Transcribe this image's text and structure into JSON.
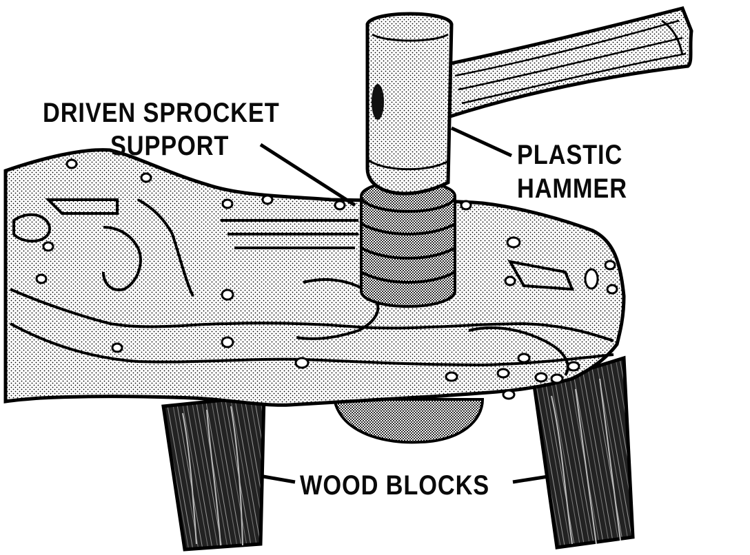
{
  "labels": {
    "driven_sprocket_support_line1": "DRIVEN SPROCKET",
    "driven_sprocket_support_line2": "SUPPORT",
    "plastic_hammer_line1": "PLASTIC",
    "plastic_hammer_line2": "HAMMER",
    "wood_blocks": "WOOD BLOCKS"
  }
}
